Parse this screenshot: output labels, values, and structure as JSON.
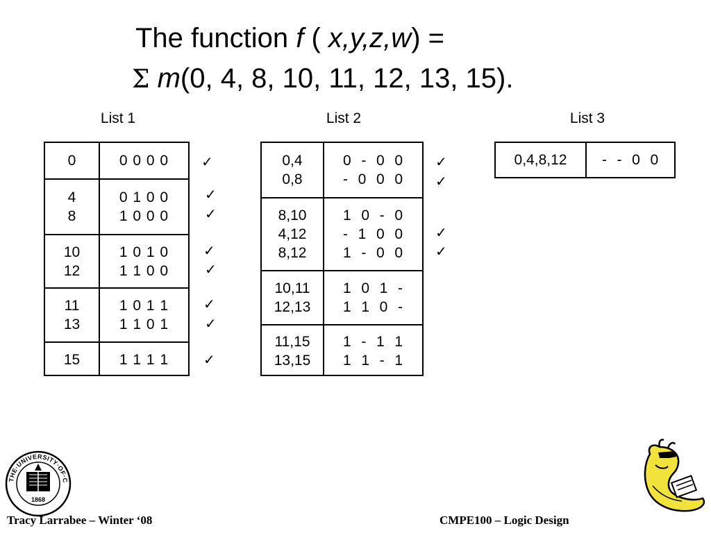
{
  "title": {
    "line1_prefix": "The function ",
    "line1_f": "f",
    "line1_open": " ( ",
    "line1_vars": "x,y,z,w",
    "line1_close": ") =",
    "line2_sigma": "Σ",
    "line2_m": "m",
    "line2_rest": "(0, 4, 8, 10, 11, 12, 13, 15)."
  },
  "lists": {
    "list1": {
      "label": "List 1",
      "groups": [
        {
          "terms": [
            "0"
          ],
          "bits": [
            "0 0 0 0"
          ]
        },
        {
          "terms": [
            "4",
            "8"
          ],
          "bits": [
            "0 1 0 0",
            "1 0 0 0"
          ]
        },
        {
          "terms": [
            "10",
            "12"
          ],
          "bits": [
            "1 0 1 0",
            "1 1 0 0"
          ]
        },
        {
          "terms": [
            "11",
            "13"
          ],
          "bits": [
            "1 0 1 1",
            "1 1 0 1"
          ]
        },
        {
          "terms": [
            "15"
          ],
          "bits": [
            "1 1 1 1"
          ]
        }
      ],
      "checks": [
        "✓",
        "✓",
        "✓",
        "✓",
        "✓",
        "✓",
        "✓",
        "✓"
      ]
    },
    "list2": {
      "label": "List 2",
      "groups": [
        {
          "terms": [
            "0,4",
            "0,8"
          ],
          "bits": [
            "0  -  0  0",
            "-  0  0  0"
          ]
        },
        {
          "terms": [
            "8,10",
            "4,12",
            "8,12"
          ],
          "bits": [
            "1  0  -  0",
            "-  1  0  0",
            "1  -  0  0"
          ]
        },
        {
          "terms": [
            "10,11",
            "12,13"
          ],
          "bits": [
            "1  0  1  -",
            "1  1  0  -"
          ]
        },
        {
          "terms": [
            "11,15",
            "13,15"
          ],
          "bits": [
            "1  -  1  1",
            "1  1  -  1"
          ]
        }
      ],
      "checks": [
        "✓",
        "✓",
        "✓",
        "✓"
      ]
    },
    "list3": {
      "label": "List 3",
      "groups": [
        {
          "terms": [
            "0,4,8,12"
          ],
          "bits": [
            "-  -  0  0"
          ]
        }
      ]
    }
  },
  "footer": {
    "left": "Tracy Larrabee – Winter ‘08",
    "right": "CMPE100 – Logic Design"
  },
  "seal": {
    "top_text": "THE·UNIVERSITY·OF·CALIFORNIA",
    "year": "1868"
  },
  "colors": {
    "slug_yellow": "#f2e33c",
    "slug_outline": "#000000"
  }
}
